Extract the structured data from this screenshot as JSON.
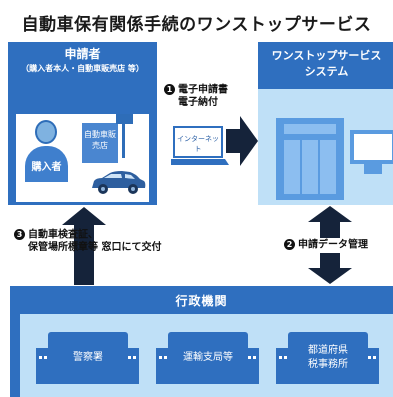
{
  "title": "自動車保有関係手続のワンストップサービス",
  "applicant": {
    "title": "申請者",
    "subtitle": "（購入者本人・自動車販売店 等）",
    "buyer_label": "購入者",
    "dealer_label": "自動車販売店"
  },
  "laptop": {
    "label": "インターネット"
  },
  "steps": {
    "step1": {
      "number": "1",
      "line1": "電子申請書",
      "line2": "電子納付"
    },
    "step2": {
      "number": "2",
      "text": "申請データ管理"
    },
    "step3": {
      "number": "3",
      "line1": "自動車検査証、",
      "line2": "保管場所標章等 窓口にて交付"
    }
  },
  "system": {
    "title_line1": "ワンストップサービス",
    "title_line2": "システム"
  },
  "government": {
    "title": "行政機関",
    "offices": [
      {
        "label": "警察署"
      },
      {
        "label": "運輸支局等"
      },
      {
        "label": "都道府県\n税事務所"
      }
    ]
  },
  "colors": {
    "primary_blue": "#2f6fbf",
    "light_blue": "#bfe0f7",
    "arrow": "#15233a"
  }
}
